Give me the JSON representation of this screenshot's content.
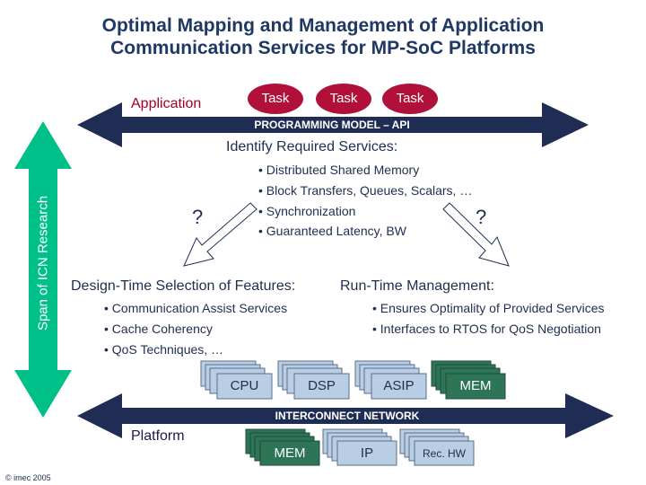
{
  "title": {
    "line1": "Optimal Mapping and Management of Application",
    "line2": "Communication Services for MP-SoC Platforms"
  },
  "application_label": "Application",
  "tasks": [
    "Task",
    "Task",
    "Task"
  ],
  "programming_model_label": "PROGRAMMING MODEL – API",
  "span_label": "Span of ICN Research",
  "identify": {
    "heading": "Identify Required Services:",
    "bullets": [
      "• Distributed Shared Memory",
      "• Block Transfers, Queues, Scalars, …",
      "• Synchronization",
      "• Guaranteed Latency, BW"
    ]
  },
  "question_marks": [
    "?",
    "?"
  ],
  "design_time": {
    "heading": "Design-Time Selection of Features:",
    "bullets": [
      "• Communication Assist Services",
      "• Cache Coherency",
      "• QoS Techniques, …"
    ]
  },
  "run_time": {
    "heading": "Run-Time Management:",
    "bullets": [
      "• Ensures Optimality of Provided Services",
      "• Interfaces to RTOS for QoS Negotiation"
    ]
  },
  "upper_blocks": [
    "CPU",
    "DSP",
    "ASIP",
    "MEM"
  ],
  "interconnect_label": "INTERCONNECT NETWORK",
  "platform_label": "Platform",
  "lower_blocks": [
    "MEM",
    "IP",
    "Rec. HW"
  ],
  "copyright": "© imec 2005",
  "colors": {
    "navy": "#1f2d55",
    "green_arrow": "#00c08a",
    "task_fill": "#b0103a",
    "block_blue": "#b9cde4",
    "block_green": "#2e7558",
    "title": "#1f3864",
    "red_text": "#a50021"
  }
}
